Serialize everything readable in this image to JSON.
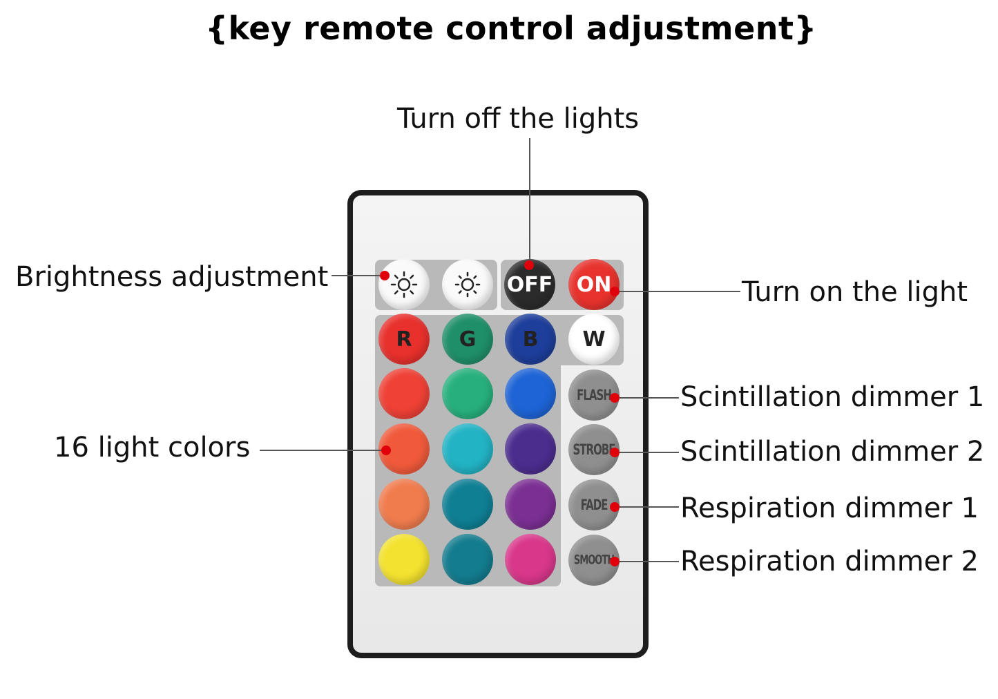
{
  "title": "{key remote control adjustment}",
  "labels": {
    "off": "Turn off the lights",
    "brightness": "Brightness adjustment",
    "on": "Turn on the light",
    "colors": "16 light colors",
    "flash": "Scintillation dimmer 1",
    "strobe": "Scintillation dimmer 2",
    "fade": "Respiration dimmer 1",
    "smooth": "Respiration dimmer 2"
  },
  "buttons": {
    "brightness_up_icon": "brightness-up-icon",
    "brightness_down_icon": "brightness-down-icon",
    "off": "OFF",
    "on": "ON",
    "r": "R",
    "g": "G",
    "b": "B",
    "w": "W",
    "flash": "FLASH",
    "strobe": "STROBE",
    "fade": "FADE",
    "smooth": "SMOOTH"
  },
  "colors": {
    "pointer_dot": "#e0000c",
    "on_button": "#e8322d",
    "off_button": "#2b2b2b",
    "r": "#e8302c",
    "g": "#1f8f6a",
    "b": "#1d3e9a",
    "w": "#ffffff",
    "grid": [
      "#ef4136",
      "#27b07d",
      "#1e64d6",
      "#f05a3b",
      "#22b3c4",
      "#4b2d8e",
      "#f07c4e",
      "#0f7f94",
      "#7b2f93",
      "#f3e22f",
      "#137c8e",
      "#d9378a"
    ]
  }
}
